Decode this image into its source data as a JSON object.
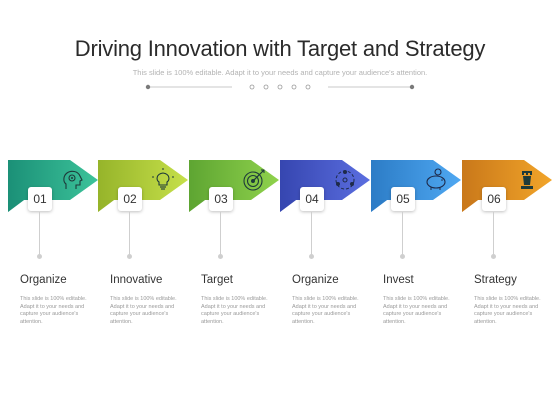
{
  "title": "Driving Innovation with Target and Strategy",
  "subtitle": "This slide is 100% editable. Adapt it to your needs and capture your audience's attention.",
  "steps": [
    {
      "number": "01",
      "label": "Organize",
      "desc": "This slide is 100% editable. Adapt it to your needs and capture your audience's attention.",
      "color_light": "#3cc39a",
      "color_dark": "#1b9077",
      "icon": "head-gears-icon"
    },
    {
      "number": "02",
      "label": "Innovative",
      "desc": "This slide is 100% editable. Adapt it to your needs and capture your audience's attention.",
      "color_light": "#c6e04a",
      "color_dark": "#96b42a",
      "icon": "lightbulb-icon"
    },
    {
      "number": "03",
      "label": "Target",
      "desc": "This slide is 100% editable. Adapt it to your needs and capture your audience's attention.",
      "color_light": "#8fd24c",
      "color_dark": "#5ea532",
      "icon": "target-icon"
    },
    {
      "number": "04",
      "label": "Organize",
      "desc": "This slide is 100% editable. Adapt it to your needs and capture your audience's attention.",
      "color_light": "#5b6ee0",
      "color_dark": "#3646b0",
      "icon": "team-network-icon"
    },
    {
      "number": "05",
      "label": "Invest",
      "desc": "This slide is 100% editable. Adapt it to your needs and capture your audience's attention.",
      "color_light": "#4fa8f2",
      "color_dark": "#2c7cc6",
      "icon": "piggy-bank-icon"
    },
    {
      "number": "06",
      "label": "Strategy",
      "desc": "This slide is 100% editable. Adapt it to your needs and capture your audience's attention.",
      "color_light": "#f2a52a",
      "color_dark": "#c9781a",
      "icon": "chess-rook-icon"
    }
  ]
}
